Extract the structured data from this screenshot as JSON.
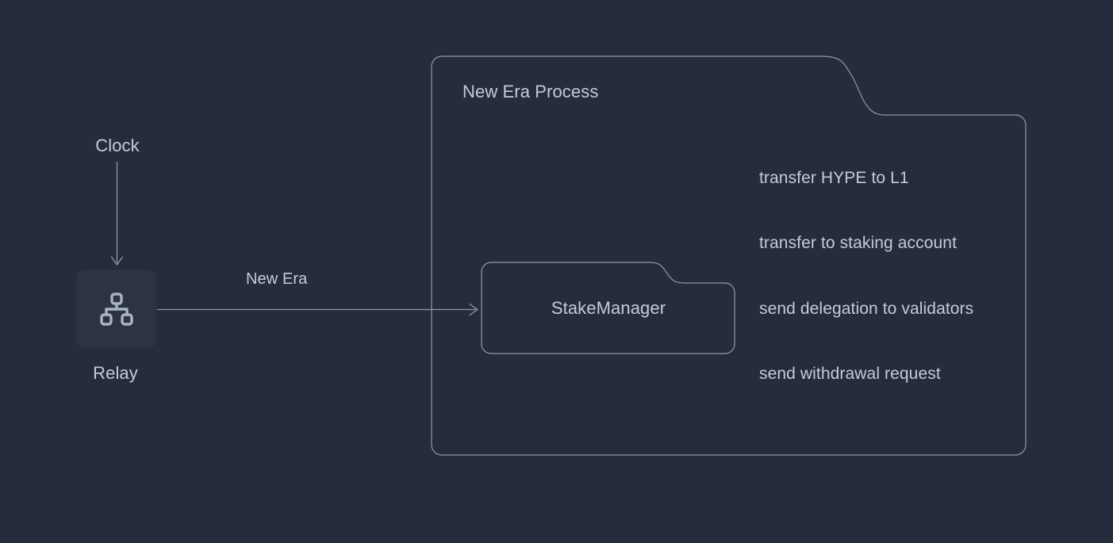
{
  "diagram": {
    "title": "New Era Process",
    "background_color": "#252c3c",
    "stroke_color": "#8e99ad",
    "text_color": "#c3cbd8",
    "node_fill_color": "#2c3444",
    "nodes": {
      "clock": {
        "label": "Clock",
        "type": "source-timer"
      },
      "relay": {
        "label": "Relay",
        "icon": "network-hierarchy-icon",
        "type": "service"
      },
      "stake_manager": {
        "label": "StakeManager",
        "type": "process-container"
      }
    },
    "edges": [
      {
        "from": "clock",
        "to": "relay",
        "label": "",
        "direction": "down",
        "arrowhead": "open-chevron"
      },
      {
        "from": "relay",
        "to": "stake_manager",
        "label": "New Era",
        "direction": "right",
        "arrowhead": "open-chevron"
      }
    ],
    "process_container": {
      "title": "New Era Process",
      "shape": "folder-tab"
    },
    "steps": [
      "transfer HYPE to L1",
      "transfer to staking account",
      "send delegation to validators",
      "send withdrawal request"
    ]
  }
}
